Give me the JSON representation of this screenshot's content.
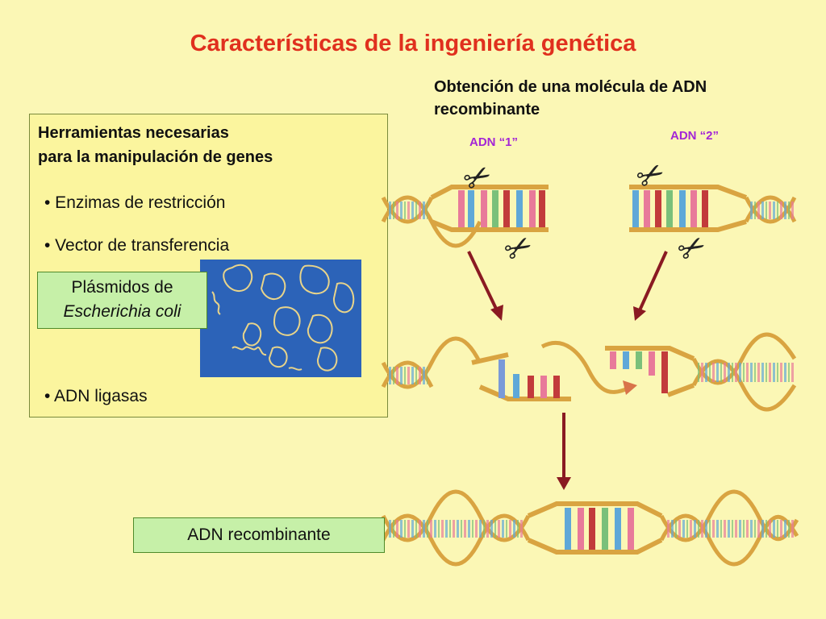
{
  "title": "Características de la ingeniería genética",
  "subtitle_line1": "Obtención de una molécula de ADN",
  "subtitle_line2": "recombinante",
  "tools": {
    "heading_line1": "Herramientas necesarias",
    "heading_line2": "para la manipulación de genes",
    "item1": "• Enzimas de restricción",
    "item2": "• Vector de transferencia",
    "item3": "• ADN ligasas"
  },
  "plasmid": {
    "line1": "Plásmidos de",
    "line2": "Escherichia coli"
  },
  "dna1_label": "ADN “1”",
  "dna2_label": "ADN “2”",
  "result_label": "ADN recombinante",
  "icons": [
    "scissors-icon",
    "arrow-down-icon"
  ],
  "colors": {
    "title": "#e0301e",
    "dna_label": "#a326d6",
    "strand": "#d9a441",
    "arrow": "#8a1a22"
  }
}
